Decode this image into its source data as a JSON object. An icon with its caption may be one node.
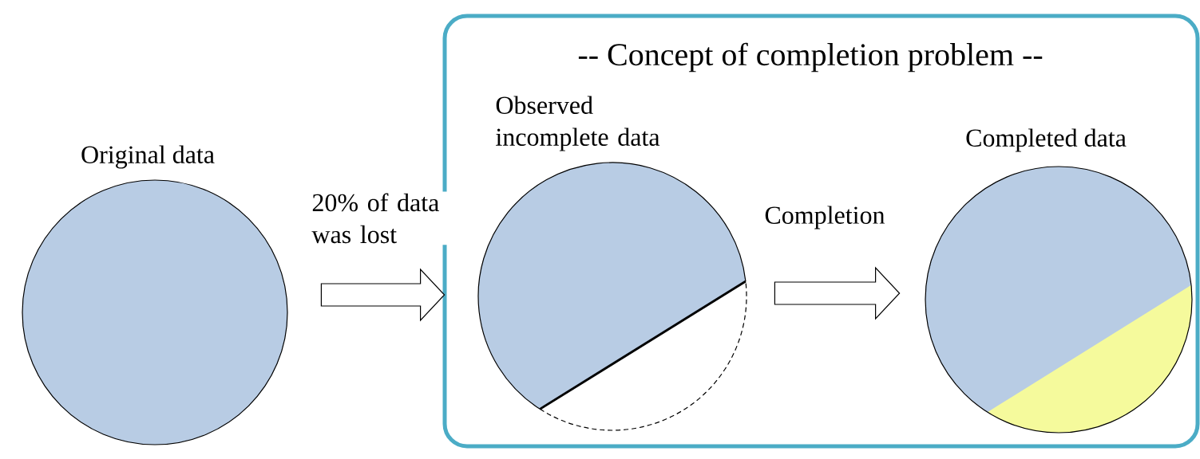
{
  "diagram": {
    "nodes": [
      {
        "text": [
          "-- Concept of completion problem --"
        ]
      },
      {
        "text": [
          "Original data"
        ]
      },
      {
        "text": [
          "Observed incomplete data"
        ],
        "in": 0
      },
      {
        "text": [
          "Completed data"
        ],
        "in": 0
      }
    ],
    "edges": [
      {
        "from": 1,
        "to": 2,
        "arrow": "to",
        "label": "20% of data was lost"
      },
      {
        "from": 2,
        "to": 3,
        "arrow": "to",
        "label": "Completion"
      }
    ]
  }
}
